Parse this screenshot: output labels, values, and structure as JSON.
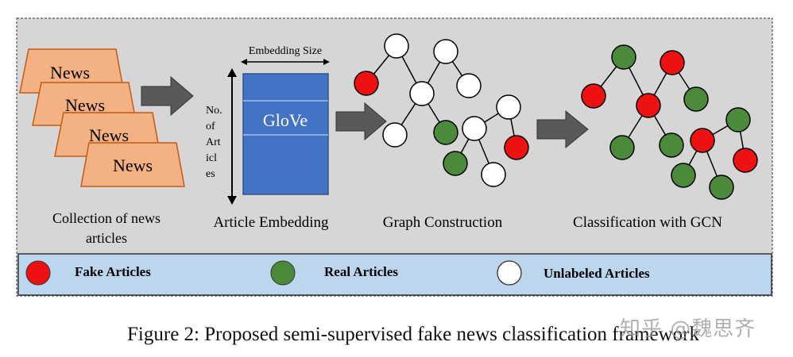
{
  "stages": {
    "collection": {
      "news_labels": [
        "News",
        "News",
        "News",
        "News"
      ],
      "label_line1": "Collection of news",
      "label_line2": "articles"
    },
    "embedding": {
      "size_label": "Embedding Size",
      "rows_label": [
        "No.",
        "of",
        "Art",
        "icl",
        "es"
      ],
      "matrix_label": "GloVe",
      "label": "Article Embedding"
    },
    "graph": {
      "label": "Graph Construction"
    },
    "classification": {
      "label": "Classification with GCN"
    }
  },
  "legend": {
    "fake": {
      "label": "Fake Articles",
      "color": "#ee1111"
    },
    "real": {
      "label": "Real Articles",
      "color": "#4a8a3a"
    },
    "unlabeled": {
      "label": "Unlabeled Articles",
      "color": "#ffffff"
    }
  },
  "colors": {
    "panel_bg": "#d6d6d6",
    "legend_bg": "#bcd6ee",
    "news_fill": "#f4b183",
    "news_stroke": "#c55a11",
    "glove_fill": "#4472c4",
    "arrow_fill": "#595959"
  },
  "caption": "Figure 2: Proposed semi-supervised fake news classification framework",
  "watermark": "知乎 @魏思齐"
}
